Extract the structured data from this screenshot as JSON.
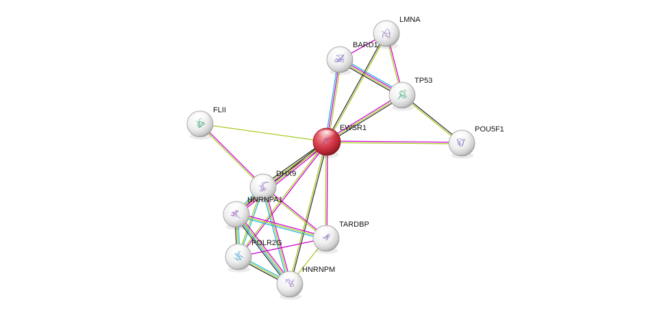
{
  "network": {
    "nodes": [
      {
        "id": "EWSR1",
        "label": "EWSR1",
        "query": true
      },
      {
        "id": "LMNA",
        "label": "LMNA"
      },
      {
        "id": "BARD1",
        "label": "BARD1"
      },
      {
        "id": "TP53",
        "label": "TP53"
      },
      {
        "id": "POU5F1",
        "label": "POU5F1"
      },
      {
        "id": "FLII",
        "label": "FLII"
      },
      {
        "id": "DHX9",
        "label": "DHX9"
      },
      {
        "id": "HNRNPA1",
        "label": "HNRNPA1"
      },
      {
        "id": "TARDBP",
        "label": "TARDBP"
      },
      {
        "id": "POLR2G",
        "label": "POLR2G"
      },
      {
        "id": "HNRNPM",
        "label": "HNRNPM"
      }
    ],
    "edges": [
      {
        "a": "EWSR1",
        "b": "LMNA",
        "types": [
          "black",
          "yellowgreen"
        ]
      },
      {
        "a": "EWSR1",
        "b": "BARD1",
        "types": [
          "cyan",
          "magenta",
          "yellowgreen"
        ]
      },
      {
        "a": "EWSR1",
        "b": "TP53",
        "types": [
          "magenta",
          "yellowgreen",
          "black"
        ]
      },
      {
        "a": "EWSR1",
        "b": "POU5F1",
        "types": [
          "magenta",
          "yellowgreen"
        ]
      },
      {
        "a": "EWSR1",
        "b": "FLII",
        "types": [
          "yellowgreen"
        ]
      },
      {
        "a": "EWSR1",
        "b": "DHX9",
        "types": [
          "magenta",
          "yellowgreen",
          "black"
        ]
      },
      {
        "a": "EWSR1",
        "b": "HNRNPA1",
        "types": [
          "magenta",
          "yellowgreen",
          "black"
        ]
      },
      {
        "a": "EWSR1",
        "b": "TARDBP",
        "types": [
          "magenta",
          "yellowgreen"
        ]
      },
      {
        "a": "EWSR1",
        "b": "POLR2G",
        "types": [
          "magenta",
          "yellowgreen"
        ]
      },
      {
        "a": "EWSR1",
        "b": "HNRNPM",
        "types": [
          "black",
          "yellowgreen"
        ]
      },
      {
        "a": "LMNA",
        "b": "TP53",
        "types": [
          "magenta",
          "yellowgreen"
        ]
      },
      {
        "a": "LMNA",
        "b": "BARD1",
        "types": [
          "magenta"
        ]
      },
      {
        "a": "BARD1",
        "b": "TP53",
        "types": [
          "cyan",
          "magenta",
          "yellowgreen",
          "black"
        ]
      },
      {
        "a": "TP53",
        "b": "POU5F1",
        "types": [
          "black",
          "yellowgreen"
        ]
      },
      {
        "a": "FLII",
        "b": "DHX9",
        "types": [
          "magenta",
          "yellowgreen"
        ]
      },
      {
        "a": "DHX9",
        "b": "HNRNPA1",
        "types": [
          "magenta",
          "yellowgreen",
          "cyan"
        ]
      },
      {
        "a": "DHX9",
        "b": "TARDBP",
        "types": [
          "magenta",
          "yellowgreen"
        ]
      },
      {
        "a": "DHX9",
        "b": "POLR2G",
        "types": [
          "cyan",
          "yellowgreen"
        ]
      },
      {
        "a": "DHX9",
        "b": "HNRNPM",
        "types": [
          "magenta",
          "yellowgreen",
          "cyan"
        ]
      },
      {
        "a": "HNRNPA1",
        "b": "TARDBP",
        "types": [
          "magenta",
          "yellowgreen",
          "cyan"
        ]
      },
      {
        "a": "HNRNPA1",
        "b": "POLR2G",
        "types": [
          "cyan",
          "yellowgreen",
          "black"
        ]
      },
      {
        "a": "HNRNPA1",
        "b": "HNRNPM",
        "types": [
          "magenta",
          "yellowgreen",
          "cyan",
          "black"
        ]
      },
      {
        "a": "POLR2G",
        "b": "HNRNPM",
        "types": [
          "cyan",
          "yellowgreen",
          "black"
        ]
      },
      {
        "a": "TARDBP",
        "b": "HNRNPM",
        "types": [
          "yellowgreen"
        ]
      },
      {
        "a": "TARDBP",
        "b": "POLR2G",
        "types": [
          "magenta"
        ]
      }
    ]
  },
  "colors": {
    "edge_black": "#333333",
    "edge_magenta": "#d000d0",
    "edge_yellowgreen": "#a6cc1f",
    "edge_cyan": "#22b5d9",
    "edge_blue": "#5566dd",
    "node_query_fill": "#d63a4a",
    "node_fill": "#e9e9e9",
    "label": "#111111"
  }
}
